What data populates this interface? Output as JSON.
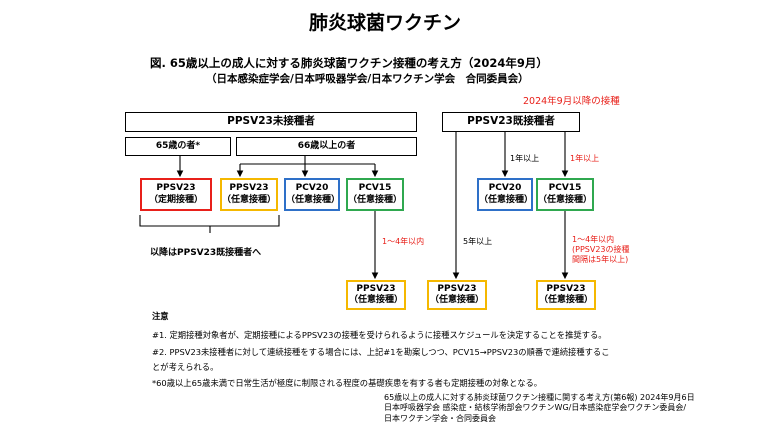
{
  "title": "肺炎球菌ワクチン",
  "subtitle": "図. 65歳以上の成人に対する肺炎球菌ワクチン接種の考え方（2024年9月）",
  "societies": "（日本感染症学会/日本呼吸器学会/日本ワクチン学会　合同委員会）",
  "red_note": "2024年9月以降の接種",
  "headers": {
    "unvaccinated": "PPSV23未接種者",
    "vaccinated": "PPSV23既接種者",
    "age65": "65歳の者*",
    "age66": "66歳以上の者"
  },
  "vaccines": {
    "ppsv23_routine": {
      "name": "PPSV23",
      "type": "（定期接種）"
    },
    "ppsv23_optional": {
      "name": "PPSV23",
      "type": "（任意接種）"
    },
    "pcv20_left": {
      "name": "PCV20",
      "type": "（任意接種）"
    },
    "pcv15_left": {
      "name": "PCV15",
      "type": "（任意接種）"
    },
    "pcv20_right": {
      "name": "PCV20",
      "type": "（任意接種）"
    },
    "pcv15_right": {
      "name": "PCV15",
      "type": "（任意接種）"
    },
    "bottom1": {
      "name": "PPSV23",
      "type": "（任意接種）"
    },
    "bottom2": {
      "name": "PPSV23",
      "type": "（任意接種）"
    },
    "bottom3": {
      "name": "PPSV23",
      "type": "（任意接種）"
    }
  },
  "labels": {
    "after_routine": "以降はPPSV23既接種者へ",
    "interval_1_4": "1～4年以内",
    "interval_5": "5年以上",
    "interval_1_black": "1年以上",
    "interval_1_red": "1年以上",
    "interval_1_4_b": "1～4年以内",
    "interval_note1": "(PPSV23の接種",
    "interval_note2": "間隔は5年以上)"
  },
  "notes": [
    "注意",
    "#1. 定期接種対象者が、定期接種によるPPSV23の接種を受けられるように接種スケジュールを決定することを推奨する。",
    "#2. PPSV23未接種者に対して連続接種をする場合には、上記#1を勘案しつつ、PCV15→PPSV23の順番で連続接種するこ",
    "とが考えられる。",
    "*60歳以上65歳未満で日常生活が極度に制限される程度の基礎疾患を有する者も定期接種の対象となる。"
  ],
  "footer": [
    "65歳以上の成人に対する肺炎球菌ワクチン接種に関する考え方(第6報) 2024年9月6日",
    "日本呼吸器学会 感染症・結核学術部会ワクチンWG/日本感染症学会ワクチン委員会/",
    "日本ワクチン学会・合同委員会"
  ],
  "colors": {
    "red": "#e8201a",
    "orange": "#f5b800",
    "blue": "#2e70c8",
    "green": "#2fa84f"
  }
}
